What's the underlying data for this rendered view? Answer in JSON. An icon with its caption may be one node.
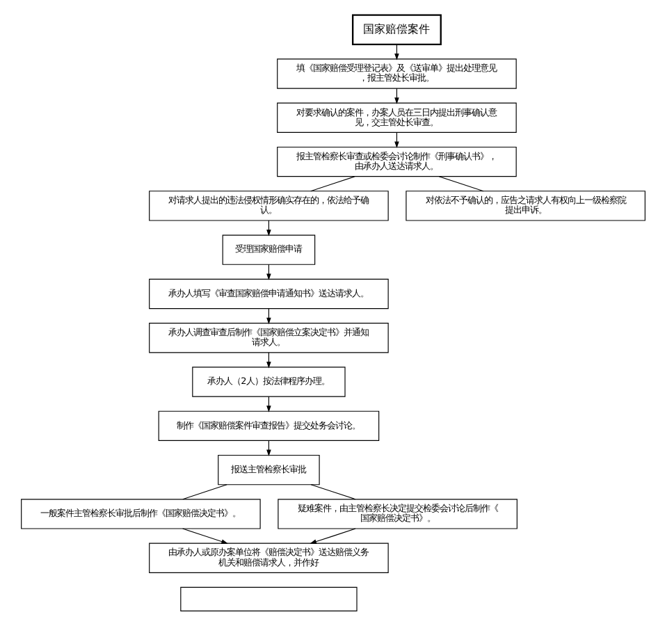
{
  "diagram": {
    "nodes": [
      {
        "text": [
          "国家赔偿案件"
        ]
      },
      {
        "text": [
          "填《国家赔偿受理登记表》及《送审单》提出处理意见，报主管处长审批。"
        ]
      },
      {
        "text": [
          "对要求确认的案件，办案人员在三日内提出刑事确认意见，交主管处长审查。"
        ]
      },
      {
        "text": [
          "报主管检察长审查或检委会讨论制作《刑事确认书》，由承办人送达请求人。"
        ]
      },
      {
        "text": [
          "对请求人提出的违法侵权情形确实存在的，依法给予确认。"
        ]
      },
      {
        "text": [
          "对依法不予确认的，应告之请求人有权向上一级检察院提出申诉。"
        ]
      },
      {
        "text": [
          "受理国家赔偿申请"
        ]
      },
      {
        "text": [
          "承办人填写《审查国家赔偿申请通知书》送达请求人。"
        ]
      },
      {
        "text": [
          "承办人调查审查后制作《国家赔偿立案决定书》并通知请求人。"
        ]
      },
      {
        "text": [
          "承办人（2人）按法律程序办理。"
        ]
      },
      {
        "text": [
          "制作《国家赔偿案件审查报告》提交处务会讨论。"
        ]
      },
      {
        "text": [
          "报送主管检察长审批"
        ]
      },
      {
        "text": [
          "一般案件主管检察长审批后制作《国家赔偿决定书》。"
        ]
      },
      {
        "text": [
          "疑难案件，由主管检察长决定提交检委会讨论后制作《国家赔偿决定书》。"
        ]
      },
      {
        "text": [
          "由承办人或原办案单位将《赔偿决定书》送达赔偿义务机关和赔偿请求人，并作好"
        ]
      },
      {
        "text": [],
        "shape": "box"
      }
    ],
    "edges": [
      {
        "from": 0,
        "to": 1,
        "arrow": "to"
      },
      {
        "from": 1,
        "to": 2,
        "arrow": "to"
      },
      {
        "from": 2,
        "to": 3,
        "arrow": "to"
      },
      {
        "from": 3,
        "to": 4,
        "arrow": "none"
      },
      {
        "from": 3,
        "to": 5,
        "arrow": "none"
      },
      {
        "from": 4,
        "to": 6,
        "arrow": "to"
      },
      {
        "from": 6,
        "to": 7,
        "arrow": "to"
      },
      {
        "from": 7,
        "to": 8,
        "arrow": "to"
      },
      {
        "from": 8,
        "to": 9,
        "arrow": "to"
      },
      {
        "from": 9,
        "to": 10,
        "arrow": "to"
      },
      {
        "from": 10,
        "to": 11,
        "arrow": "to"
      },
      {
        "from": 11,
        "to": 12,
        "arrow": "none"
      },
      {
        "from": 11,
        "to": 13,
        "arrow": "none"
      },
      {
        "from": 12,
        "to": 14,
        "arrow": "to"
      },
      {
        "from": 13,
        "to": 14,
        "arrow": "to"
      }
    ]
  }
}
